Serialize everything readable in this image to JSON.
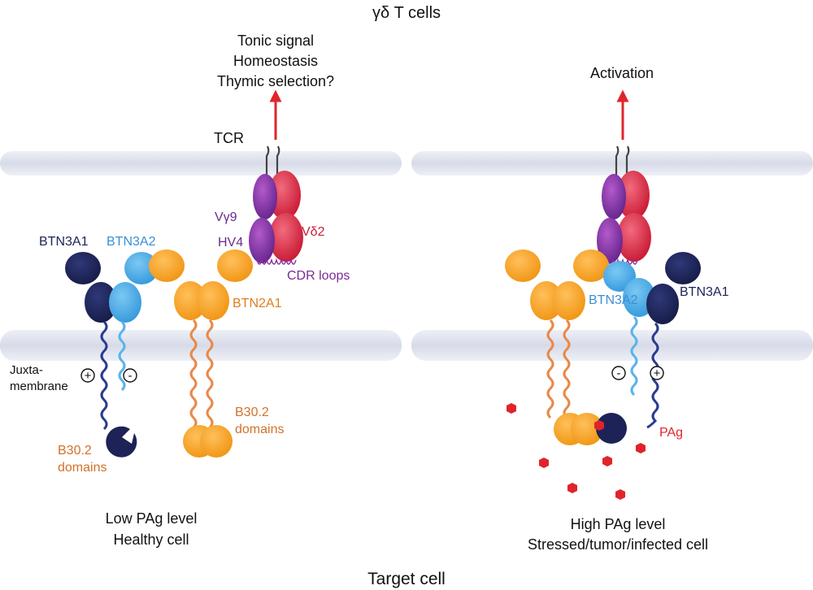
{
  "top_title": "γδ T cells",
  "bottom_title": "Target cell",
  "left_panel": {
    "signal_lines": [
      "Tonic signal",
      "Homeostasis",
      "Thymic selection?"
    ],
    "tcr_label": "TCR",
    "vg9_label": "Vγ9",
    "hv4_label": "HV4",
    "vd2_label": "Vδ2",
    "cdr_label": "CDR loops",
    "btn3a1_label": "BTN3A1",
    "btn3a2_label": "BTN3A2",
    "btn2a1_label": "BTN2A1",
    "juxta_label_1": "Juxta-",
    "juxta_label_2": "membrane",
    "plus_sign": "+",
    "minus_sign": "-",
    "b302_left_1": "B30.2",
    "b302_left_2": "domains",
    "b302_right_1": "B30.2",
    "b302_right_2": "domains",
    "caption_line1": "Low PAg level",
    "caption_line2": "Healthy cell"
  },
  "right_panel": {
    "signal_line": "Activation",
    "btn3a2_label": "BTN3A2",
    "btn3a1_label": "BTN3A1",
    "minus_sign": "-",
    "plus_sign": "+",
    "pag_label": "PAg",
    "caption_line1": "High PAg level",
    "caption_line2": "Stressed/tumor/infected cell"
  },
  "colors": {
    "membrane": "#dfe2ee",
    "btn3a1": "#1d2356",
    "btn3a2": "#3fa9e6",
    "btn2a1": "#f7a227",
    "tcr_gamma": "#7b2a97",
    "tcr_delta": "#d81f3a",
    "arrow": "#e0242b",
    "pag": "#e0242b",
    "label_btn3a1": "#1d2356",
    "label_btn3a2": "#3a8fd6",
    "label_btn2a1": "#e07d1c",
    "label_tcr": "#6a2c8c",
    "label_vd2": "#c8213a"
  }
}
